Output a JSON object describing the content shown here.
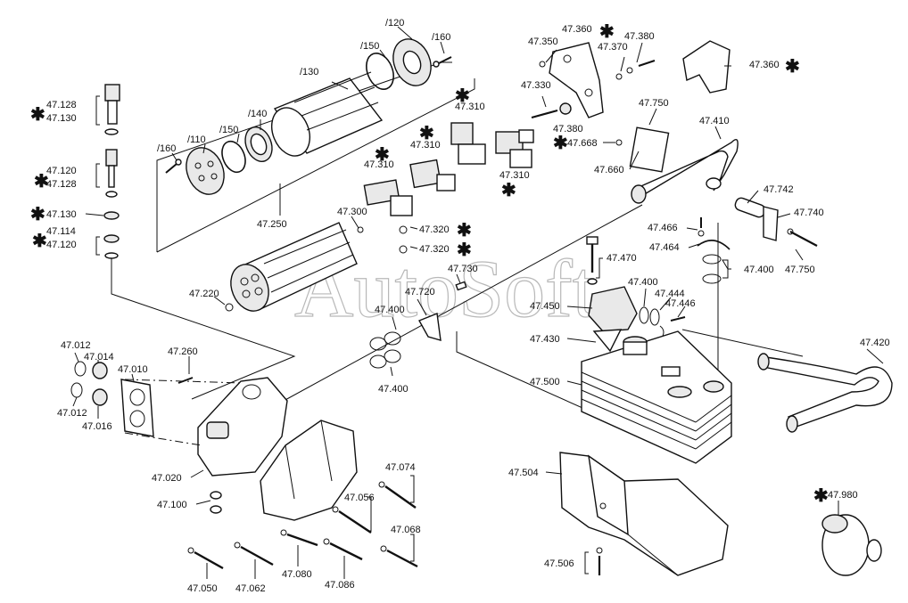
{
  "watermark": "AutoSoft",
  "star": "✱",
  "labels": {
    "p120": "/120",
    "p150a": "/150",
    "p160a": "/160",
    "p130": "/130",
    "p160b": "/160",
    "p110": "/110",
    "p150b": "/150",
    "p140": "/140",
    "p47128a": "47.128",
    "p47130a": "47.130",
    "p47120a": "47.120",
    "p47128b": "47.128",
    "p47130b": "47.130",
    "p47114": "47.114",
    "p47120b": "47.120",
    "p47250": "47.250",
    "p47220": "47.220",
    "p47310a": "47.310",
    "p47310b": "47.310",
    "p47310c": "47.310",
    "p47310d": "47.310",
    "p47300": "47.300",
    "p47320a": "47.320",
    "p47320b": "47.320",
    "p47330": "47.330",
    "p47380a": "47.380",
    "p47350": "47.350",
    "p47360a": "47.360",
    "p47370": "47.370",
    "p47380b": "47.380",
    "p47360b": "47.360",
    "p47750a": "47.750",
    "p47668": "47.668",
    "p47660": "47.660",
    "p47410": "47.410",
    "p47742": "47.742",
    "p47740": "47.740",
    "p47466": "47.466",
    "p47464": "47.464",
    "p47470": "47.470",
    "p47400a": "47.400",
    "p47750b": "47.750",
    "p47730": "47.730",
    "p47720": "47.720",
    "p47400b": "47.400",
    "p47400c": "47.400",
    "p47400d": "47.400",
    "p47444": "47.444",
    "p47446": "47.446",
    "p47450": "47.450",
    "p47430": "47.430",
    "p47500": "47.500",
    "p47420": "47.420",
    "p47012a": "47.012",
    "p47014": "47.014",
    "p47010": "47.010",
    "p47012b": "47.012",
    "p47016": "47.016",
    "p47260": "47.260",
    "p47020": "47.020",
    "p47100": "47.100",
    "p47074": "47.074",
    "p47056": "47.056",
    "p47068": "47.068",
    "p47050": "47.050",
    "p47062": "47.062",
    "p47080": "47.080",
    "p47086": "47.086",
    "p47504": "47.504",
    "p47506": "47.506",
    "p47980": "47.980"
  }
}
